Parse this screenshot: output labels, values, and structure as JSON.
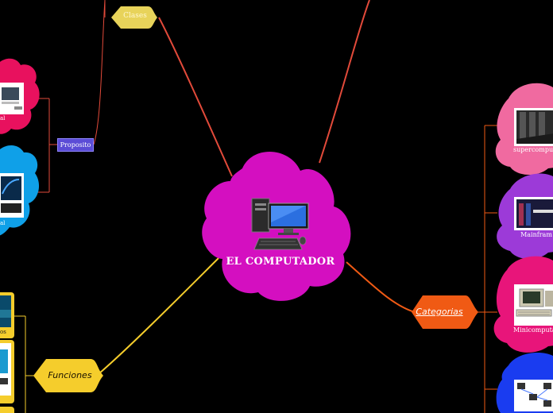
{
  "central": {
    "title": "EL COMPUTADOR",
    "color": "#d40fc0"
  },
  "branches": {
    "clases": {
      "label": "Clases",
      "color": "#e8d35a",
      "line": "#e24a3a"
    },
    "proposito": {
      "label": "Proposito",
      "color": "#5b4cd6"
    },
    "categorias": {
      "label": "Categorias",
      "color": "#f05a14",
      "items": [
        {
          "label": "supercomputa",
          "color": "#f06aa0",
          "icon": "server-rack-icon"
        },
        {
          "label": "Mainfram",
          "color": "#9c3ad8",
          "icon": "datacenter-icon"
        },
        {
          "label": "Minicomputa",
          "color": "#e8157a",
          "icon": "retro-computer-icon"
        },
        {
          "label": "",
          "color": "#1a3cf0",
          "icon": "network-computers-icon"
        }
      ]
    },
    "funciones": {
      "label": "Funciones",
      "color": "#f5cd2c"
    },
    "left_clouds": [
      {
        "label": "al",
        "color": "#e8115e",
        "icon": "desktop-monitor-icon"
      },
      {
        "label": "al",
        "color": "#0fa0e8",
        "icon": "laptop-icon"
      }
    ],
    "funciones_cards": [
      {
        "label": "os",
        "icon": "screen-icon"
      },
      {
        "label": "",
        "icon": "monitor-icon"
      }
    ]
  }
}
